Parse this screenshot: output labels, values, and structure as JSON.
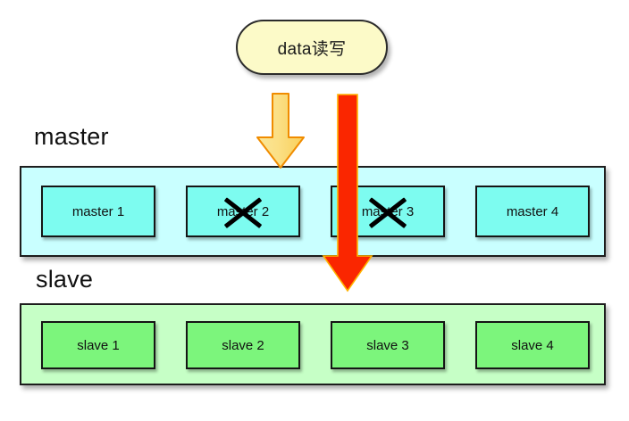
{
  "diagram": {
    "title_callout": {
      "label": "data读写",
      "fill_color": "#fcfac8",
      "border_color": "#2b2b2b"
    },
    "arrows": [
      {
        "name": "data-write-arrow-master",
        "direction": "down",
        "fill_color": "#fbd96a",
        "stroke_color": "#f08c00",
        "from": "data读写",
        "to": "master"
      },
      {
        "name": "data-read-arrow-slave",
        "direction": "down",
        "fill_color": "#fa2600",
        "stroke_color": "#ffb000",
        "from": "data读写",
        "to": "slave"
      }
    ],
    "groups": [
      {
        "id": "master",
        "caption": "master",
        "container_color": "#c9ffff",
        "node_color": "#7dfcf0",
        "nodes": [
          {
            "label": "master 1",
            "failed": false
          },
          {
            "label": "master 2",
            "failed": true
          },
          {
            "label": "master 3",
            "failed": true
          },
          {
            "label": "master 4",
            "failed": false
          }
        ]
      },
      {
        "id": "slave",
        "caption": "slave",
        "container_color": "#c6ffc6",
        "node_color": "#7cf57c",
        "nodes": [
          {
            "label": "slave 1",
            "failed": false
          },
          {
            "label": "slave 2",
            "failed": false
          },
          {
            "label": "slave 3",
            "failed": false
          },
          {
            "label": "slave 4",
            "failed": false
          }
        ]
      }
    ]
  }
}
